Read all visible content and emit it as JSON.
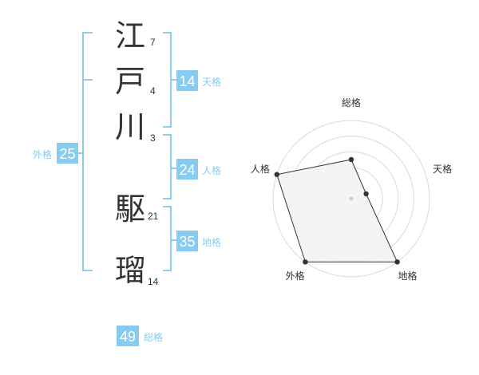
{
  "name": {
    "chars": [
      {
        "char": "江",
        "strokes": "7"
      },
      {
        "char": "戸",
        "strokes": "4"
      },
      {
        "char": "川",
        "strokes": "3"
      },
      {
        "char": "駆",
        "strokes": "21"
      },
      {
        "char": "瑠",
        "strokes": "14"
      }
    ],
    "surname_count": 3
  },
  "fortune": {
    "tenkaku": {
      "value": "14",
      "label": "天格"
    },
    "jinkaku": {
      "value": "24",
      "label": "人格"
    },
    "chikaku": {
      "value": "35",
      "label": "地格"
    },
    "gaikaku": {
      "value": "25",
      "label": "外格"
    },
    "soukaku": {
      "value": "49",
      "label": "総格"
    }
  },
  "colors": {
    "bracket": "#8dcdf0",
    "badge": "#86ccf2",
    "badge_text": "#ffffff",
    "label": "#86ccf2",
    "char": "#333333",
    "stroke_num": "#333333",
    "ring": "#d9d9d9",
    "polygon_fill": "#f2f2f2",
    "polygon_stroke": "#333333",
    "axis_label": "#333333"
  },
  "chart_data": {
    "type": "radar",
    "axes": [
      "総格",
      "天格",
      "地格",
      "外格",
      "人格"
    ],
    "values": [
      2.5,
      1,
      5,
      5,
      5
    ],
    "max": 5,
    "rings": 5,
    "grid": true
  }
}
